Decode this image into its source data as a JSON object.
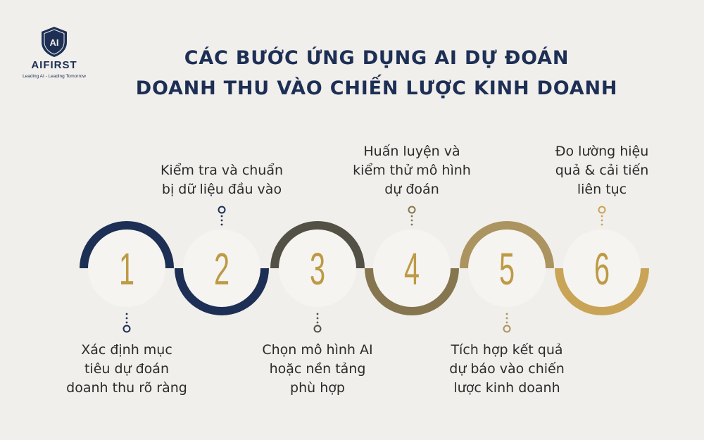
{
  "brand": {
    "logo_mark": "AI",
    "name": "AIFIRST",
    "tagline": "Leading AI - Leading Tomorrow"
  },
  "title": {
    "line1": "CÁC BƯỚC ỨNG DỤNG AI DỰ ĐOÁN",
    "line2": "DOANH THU VÀO CHIẾN LƯỢC KINH DOANH"
  },
  "colors": {
    "navy": "#1d2f55",
    "gold": "#bd9a45",
    "dark_olive": "#535146",
    "olive": "#857650",
    "tan": "#ab9460",
    "gold_light": "#c9a456",
    "background": "#f1efeb",
    "circle_fill": "#f6f4f1"
  },
  "steps": [
    {
      "number": "1",
      "label_lines": [
        "Xác định mục",
        "tiêu dự đoán",
        "doanh thu rõ ràng"
      ],
      "position": "below",
      "color": "navy",
      "arc": "top"
    },
    {
      "number": "2",
      "label_lines": [
        "Kiểm tra và chuẩn",
        "bị dữ liệu đầu vào"
      ],
      "position": "above",
      "color": "navy",
      "arc": "bottom"
    },
    {
      "number": "3",
      "label_lines": [
        "Chọn mô hình AI",
        "hoặc nền tảng",
        "phù hợp"
      ],
      "position": "below",
      "color": "dark_olive",
      "arc": "top"
    },
    {
      "number": "4",
      "label_lines": [
        "Huấn luyện và",
        "kiểm thử mô hình",
        "dự đoán"
      ],
      "position": "above",
      "color": "olive",
      "arc": "bottom"
    },
    {
      "number": "5",
      "label_lines": [
        "Tích hợp kết quả",
        "dự báo vào chiến",
        "lược kinh doanh"
      ],
      "position": "below",
      "color": "tan",
      "arc": "top"
    },
    {
      "number": "6",
      "label_lines": [
        "Đo lường hiệu",
        "quả & cải tiến",
        "liên tục"
      ],
      "position": "above",
      "color": "gold_light",
      "arc": "bottom"
    }
  ]
}
